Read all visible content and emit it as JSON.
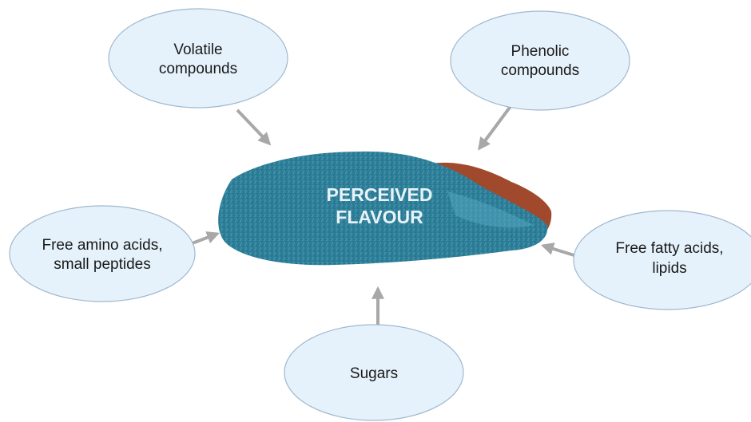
{
  "center": {
    "line1": "PERCEIVED",
    "line2": "FLAVOUR"
  },
  "nodes": {
    "volatile": {
      "line1": "Volatile",
      "line2": "compounds"
    },
    "phenolic": {
      "line1": "Phenolic",
      "line2": "compounds"
    },
    "amino": {
      "line1": "Free amino acids,",
      "line2": "small peptides"
    },
    "fatty": {
      "line1": "Free fatty acids,",
      "line2": "lipids"
    },
    "sugars": {
      "line1": "Sugars"
    }
  },
  "colors": {
    "bubble_fill": "#e6f2fb",
    "bubble_stroke": "#9fb8cf",
    "arrow": "#a8a8a8",
    "bean_main": "#2d7e97",
    "bean_shell": "#a0492c",
    "center_text": "#e8f3f8"
  }
}
